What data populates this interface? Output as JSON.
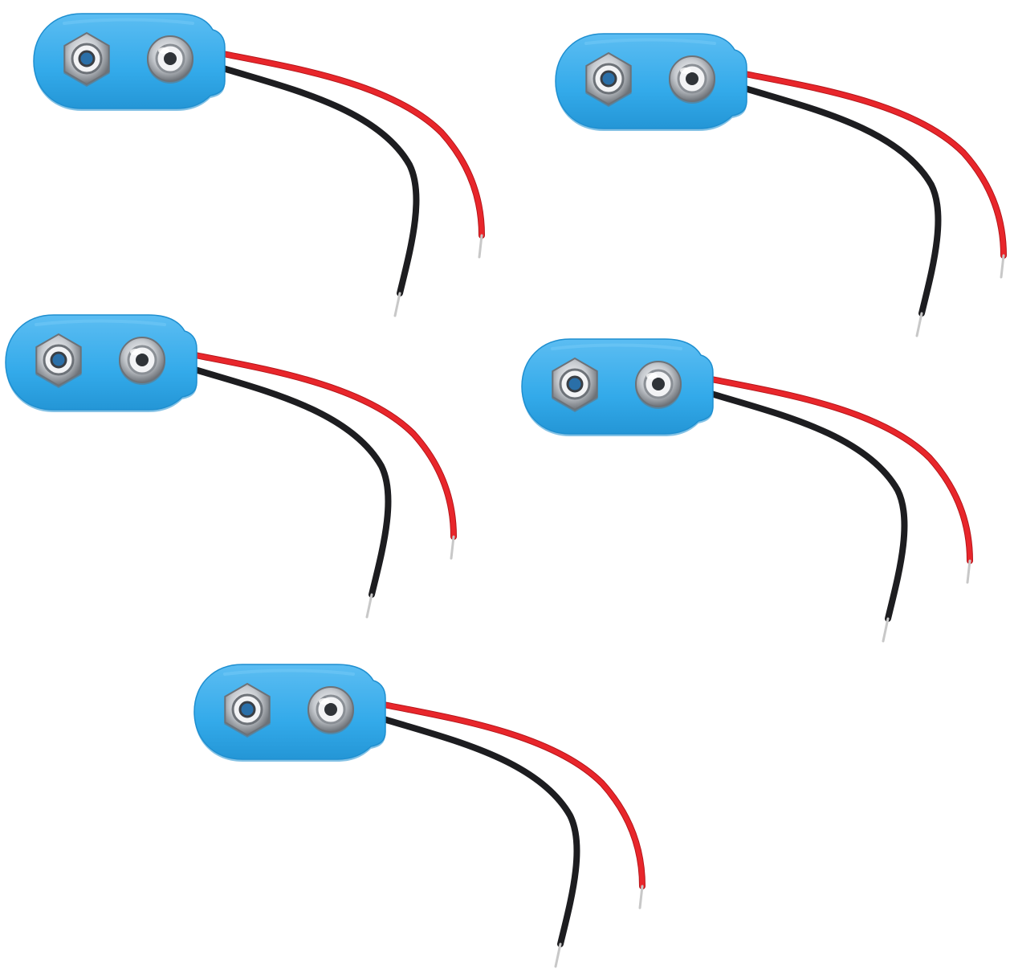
{
  "image": {
    "subject": "battery-snap-connectors",
    "count": 5,
    "background_color": "#ffffff"
  },
  "colors": {
    "cap_blue": "#33aaea",
    "cap_blue_shadow": "#1f8fd0",
    "cap_blue_highlight": "#6cc6f5",
    "metal": "#c9ccd0",
    "metal_dark": "#6d7278",
    "metal_light": "#f2f3f5",
    "wire_red": "#e8262b",
    "wire_red_dark": "#b5161b",
    "wire_black": "#1d1d20",
    "wire_tip": "#c8c8c8"
  },
  "connectors": [
    {
      "id": "connector-1"
    },
    {
      "id": "connector-2"
    },
    {
      "id": "connector-3"
    },
    {
      "id": "connector-4"
    },
    {
      "id": "connector-5"
    }
  ]
}
